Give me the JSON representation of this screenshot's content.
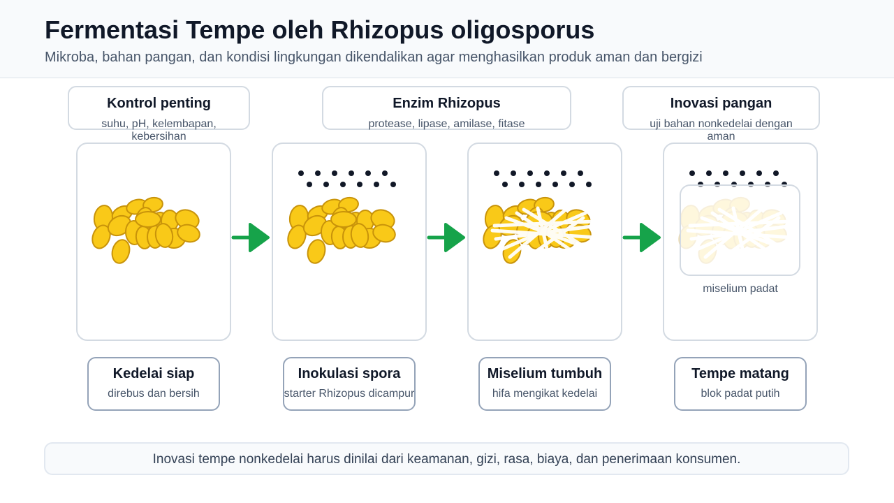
{
  "header": {
    "title": "Fermentasi Tempe oleh Rhizopus oligosporus",
    "subtitle": "Mikroba, bahan pangan, dan kondisi lingkungan dikendalikan agar menghasilkan produk aman dan bergizi"
  },
  "callouts": [
    {
      "title": "Kontrol penting",
      "body": "suhu, pH, kelembapan, kebersihan"
    },
    {
      "title": "Enzim Rhizopus",
      "body": "protease, lipase, amilase, fitase"
    },
    {
      "title": "Inovasi pangan",
      "body": "uji bahan nonkedelai dengan aman"
    }
  ],
  "steps": [
    {
      "title": "Kedelai siap",
      "body": "direbus dan bersih"
    },
    {
      "title": "Inokulasi spora",
      "body": "starter Rhizopus dicampur"
    },
    {
      "title": "Miselium tumbuh",
      "body": "hifa mengikat kedelai"
    },
    {
      "title": "Tempe matang",
      "body": "blok padat putih"
    }
  ],
  "block_caption": "miselium padat",
  "footer": "Inovasi tempe nonkedelai harus dinilai dari keamanan, gizi, rasa, biaya, dan penerimaan konsumen.",
  "colors": {
    "bean_fill": "#f9c918",
    "bean_stroke": "#c8930a",
    "arrow": "#16a34a",
    "spore": "#111827",
    "hyphae": "#ffffff"
  },
  "icons": [
    "soybean-icon",
    "spore-dot-icon",
    "hyphae-icon",
    "tempe-block-icon",
    "right-arrow-icon"
  ]
}
